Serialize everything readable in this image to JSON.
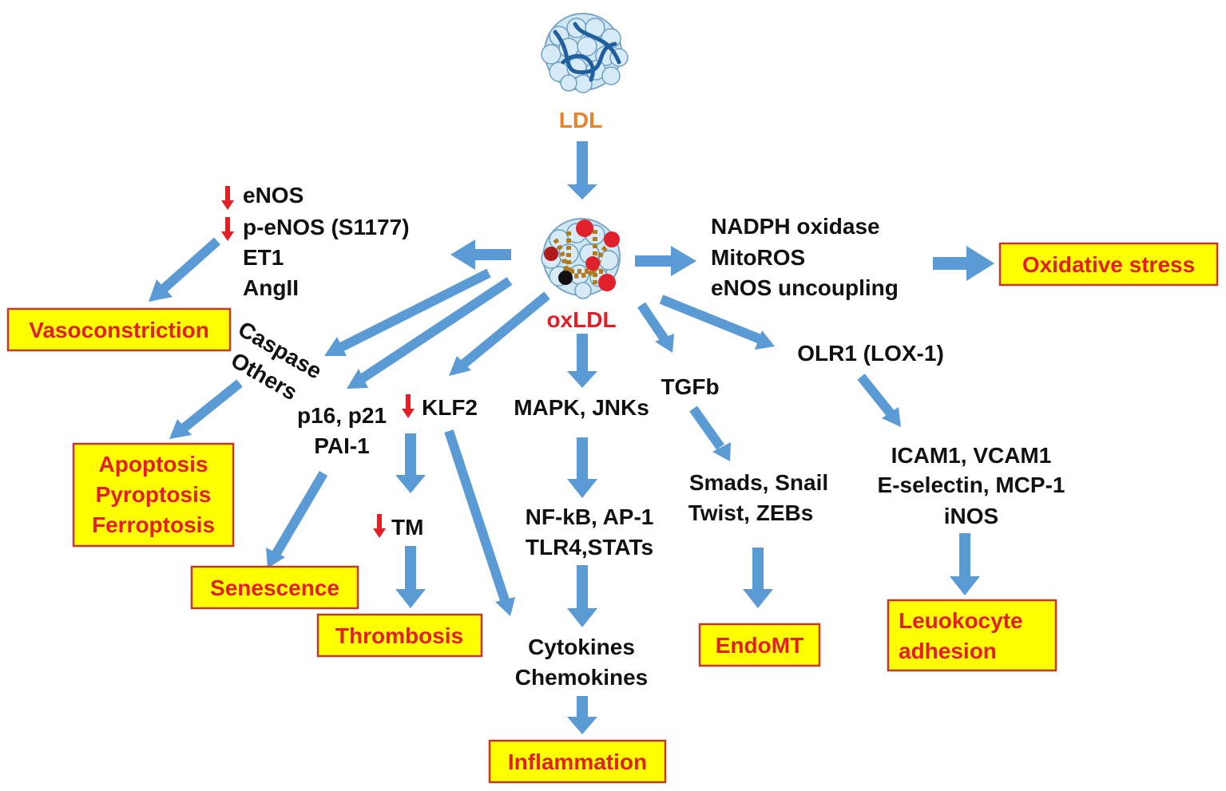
{
  "colors": {
    "arrow": "#5b9bd5",
    "outcome_fill": "#ffff00",
    "outcome_border": "#c0392b",
    "outcome_text": "#e21f26",
    "ldl_label": "#e8822a",
    "oxldl_label": "#e21f26",
    "decrease_marker": "#e21f26"
  },
  "icons": {
    "ldl_particle": "ldl-particle-icon",
    "oxldl_particle": "oxldl-particle-icon",
    "decrease": "down-arrow-icon"
  },
  "nodes": {
    "ldl": "LDL",
    "oxldl": "oxLDL",
    "enos": "eNOS",
    "p_enos": "p-eNOS (S1177)",
    "et1": "ET1",
    "angii": "AngII",
    "nadph_oxidase": "NADPH oxidase",
    "mitoros": "MitoROS",
    "enos_uncoupling": "eNOS uncoupling",
    "caspase": "Caspase",
    "others": "Others",
    "p16_p21": "p16, p21",
    "pai1": "PAI-1",
    "klf2": "KLF2",
    "tm": "TM",
    "mapk": "MAPK, JNKs",
    "nfkb": "NF-kB, AP-1",
    "tlr4": "TLR4,STATs",
    "cytokines": "Cytokines",
    "chemokines": "Chemokines",
    "tgfb": "TGFb",
    "smads": "Smads, Snail",
    "twist": "Twist, ZEBs",
    "olr1": "OLR1 (LOX-1)",
    "icam": "ICAM1, VCAM1",
    "eselectin": "E-selectin, MCP-1",
    "inos": "iNOS"
  },
  "outcomes": {
    "vasoconstriction": "Vasoconstriction",
    "oxidative_stress": "Oxidative stress",
    "apoptosis": "Apoptosis",
    "pyroptosis": "Pyroptosis",
    "ferroptosis": "Ferroptosis",
    "senescence": "Senescence",
    "thrombosis": "Thrombosis",
    "inflammation": "Inflammation",
    "endomt": "EndoMT",
    "leukocyte_1": "Leuokocyte",
    "leukocyte_2": "adhesion"
  }
}
